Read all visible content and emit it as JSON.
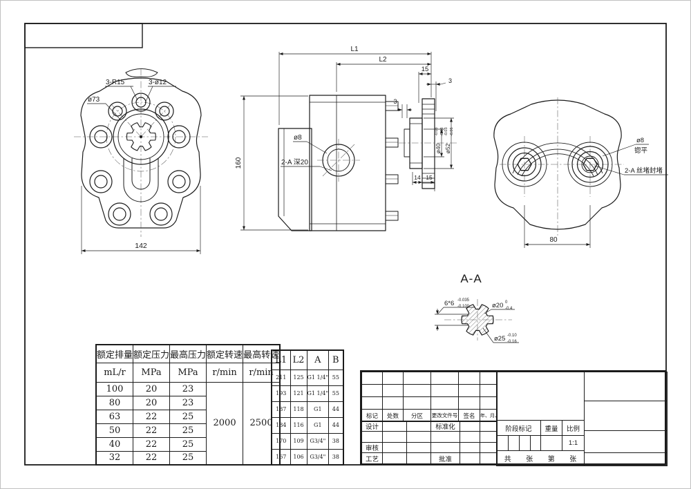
{
  "views": {
    "front": {
      "label_r15": "3-R15",
      "label_d12": "3-ø12",
      "label_bolt_circle": "ø73",
      "dim_width": "142"
    },
    "side": {
      "dim_l1": "L1",
      "dim_l2": "L2",
      "dim_15": "15",
      "dim_3_right": "3",
      "dim_3_port": "3",
      "dim_height": "160",
      "label_port_dia": "ø8",
      "label_port_thread": "2-A 深20",
      "dim_phi40": {
        "base": "ø40",
        "upper": "-0.03",
        "lower": "-0.08"
      },
      "dim_phi52": {
        "base": "ø52",
        "upper": "-0.03",
        "lower": "-0.06"
      },
      "dim_14": "14",
      "dim_15b": "15"
    },
    "rear": {
      "label_spotface_dia": "ø8",
      "label_spotface": "锪平",
      "label_plug": "2-A 丝堵封堵",
      "dim_width": "80"
    },
    "section": {
      "title": "A-A",
      "spline": {
        "base": "6*6",
        "upper": "-0.035",
        "lower": "-0.100"
      },
      "phi20": {
        "base": "ø20",
        "upper": "0",
        "lower": "-0.4"
      },
      "phi25": {
        "base": "ø25",
        "upper": "-0.10",
        "lower": "-0.16"
      }
    }
  },
  "spec_table": {
    "columns": [
      {
        "t": "额定排量",
        "u": "mL/r"
      },
      {
        "t": "额定压力",
        "u": "MPa"
      },
      {
        "t": "最高压力",
        "u": "MPa"
      },
      {
        "t": "额定转速",
        "u": "r/min"
      },
      {
        "t": "最高转速",
        "u": "r/min"
      }
    ],
    "rows": [
      [
        "100",
        "20",
        "23"
      ],
      [
        "80",
        "20",
        "23"
      ],
      [
        "63",
        "22",
        "25"
      ],
      [
        "50",
        "22",
        "25"
      ],
      [
        "40",
        "22",
        "25"
      ],
      [
        "32",
        "22",
        "25"
      ]
    ],
    "rated_speed": "2000",
    "max_speed": "2500"
  },
  "dim_table": {
    "headers": [
      "L1",
      "L2",
      "A",
      "B"
    ],
    "rows": [
      [
        "211",
        "125",
        "G1 1/4\"",
        "55"
      ],
      [
        "193",
        "121",
        "G1 1/4\"",
        "55"
      ],
      [
        "187",
        "118",
        "G1",
        "44"
      ],
      [
        "184",
        "116",
        "G1",
        "44"
      ],
      [
        "170",
        "109",
        "G3/4\"",
        "38"
      ],
      [
        "167",
        "106",
        "G3/4\"",
        "38"
      ]
    ]
  },
  "title_block": {
    "rev_headers": [
      "标记",
      "处数",
      "分区",
      "更改文件号",
      "签名",
      "年、月、日"
    ],
    "design": "设计",
    "standardization": "标准化",
    "check": "审核",
    "process": "工艺",
    "approve": "批准",
    "stage_mark": "阶段标记",
    "weight": "重量",
    "scale": "比例",
    "scale_value": "1:1",
    "total_label": "共",
    "sheet_label1": "张",
    "no_label": "第",
    "sheet_label2": "张"
  }
}
